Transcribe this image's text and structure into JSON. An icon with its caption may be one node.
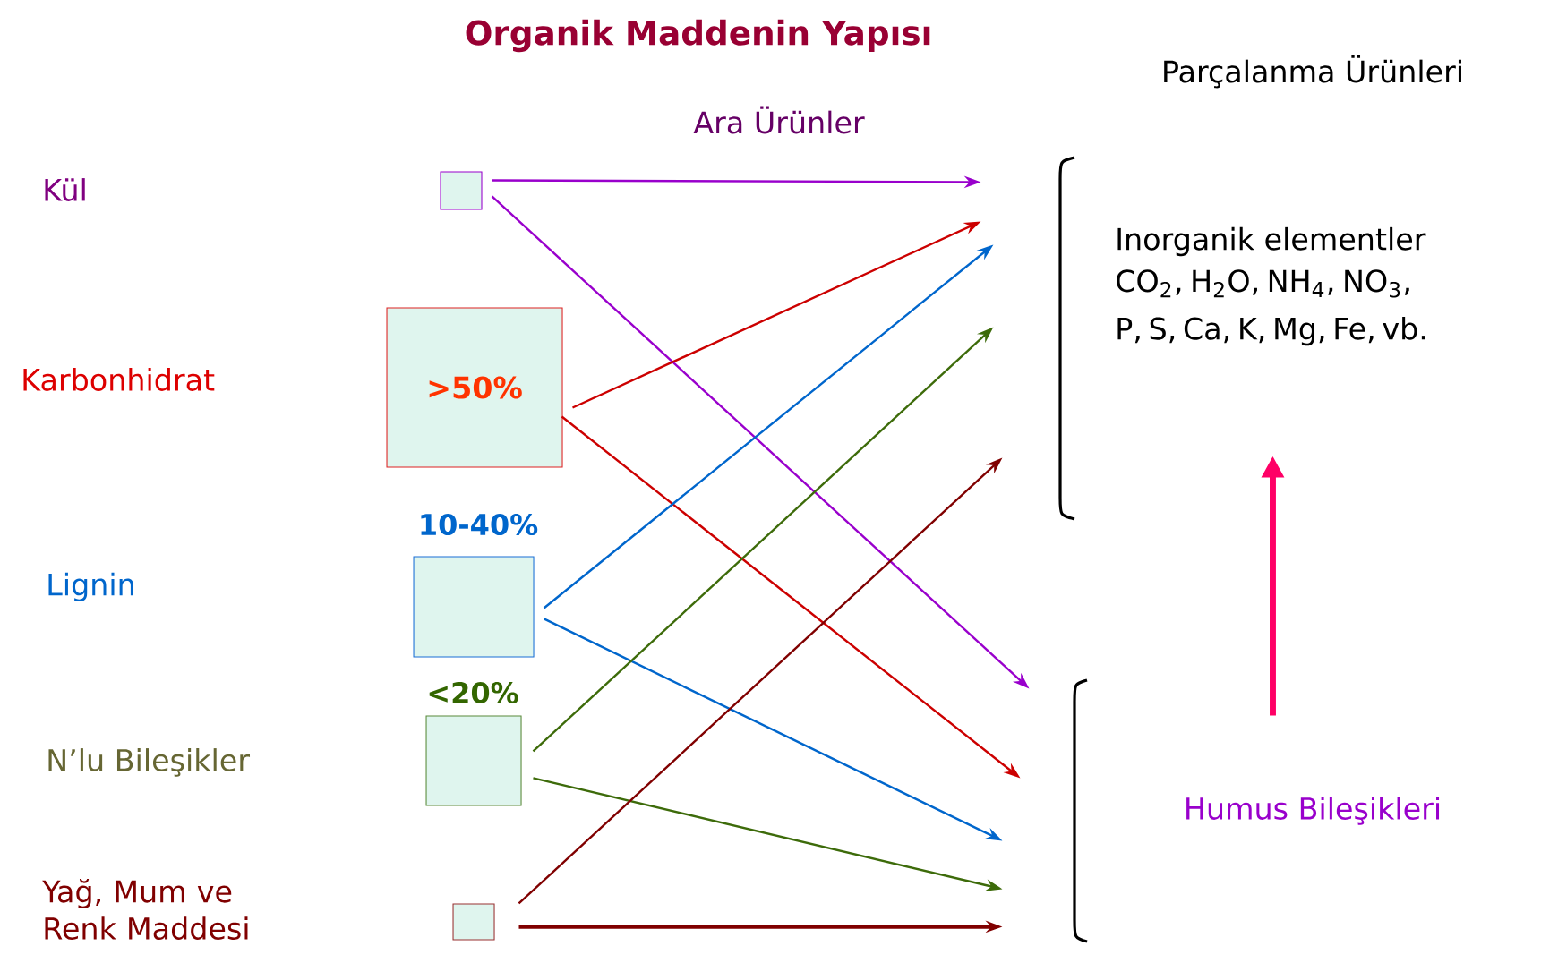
{
  "diagram": {
    "title": "Organik Maddenin Yapısı",
    "nodes": [
      {
        "text": [],
        "shape": "box"
      },
      {
        "text": [
          ">50%"
        ]
      },
      {
        "text": [
          "10-40%"
        ]
      },
      {
        "text": [
          "<20%"
        ]
      },
      {
        "text": [],
        "shape": "box"
      },
      {
        "text": [
          "Inorganik elementler",
          "CO$_{2}$, H$_{2}$O, NH$_{4}$, NO$_{3}$, P, S, Ca, K, Mg, Fe, vb."
        ]
      },
      {
        "text": [
          "Humus Bileşikleri"
        ]
      }
    ],
    "edges": [
      {
        "from": 0,
        "to": 5,
        "arrow": "to",
        "color": "#9900cc"
      },
      {
        "from": 0,
        "to": 6,
        "arrow": "to",
        "color": "#9900cc"
      },
      {
        "from": 1,
        "to": 5,
        "arrow": "to",
        "color": "#cc0000"
      },
      {
        "from": 1,
        "to": 6,
        "arrow": "to",
        "color": "#cc0000"
      },
      {
        "from": 2,
        "to": 5,
        "arrow": "to",
        "color": "#0066cc"
      },
      {
        "from": 2,
        "to": 6,
        "arrow": "to",
        "color": "#0066cc"
      },
      {
        "from": 3,
        "to": 5,
        "arrow": "to",
        "color": "#3d6b0a"
      },
      {
        "from": 3,
        "to": 6,
        "arrow": "to",
        "color": "#3d6b0a"
      },
      {
        "from": 4,
        "to": 5,
        "arrow": "to",
        "color": "#800000"
      },
      {
        "from": 4,
        "to": 6,
        "arrow": "to",
        "color": "#800000"
      },
      {
        "from": 6,
        "to": 5,
        "arrow": "to",
        "color": "#ff0066",
        "style": "thick"
      }
    ],
    "labels": [
      "Parçalanma Ürünleri",
      "Ara Ürünler",
      "Kül",
      "Karbonhidrat",
      "Lignin",
      "N’lu Bileşikler",
      "Yağ, Mum ve Renk Maddesi"
    ]
  }
}
